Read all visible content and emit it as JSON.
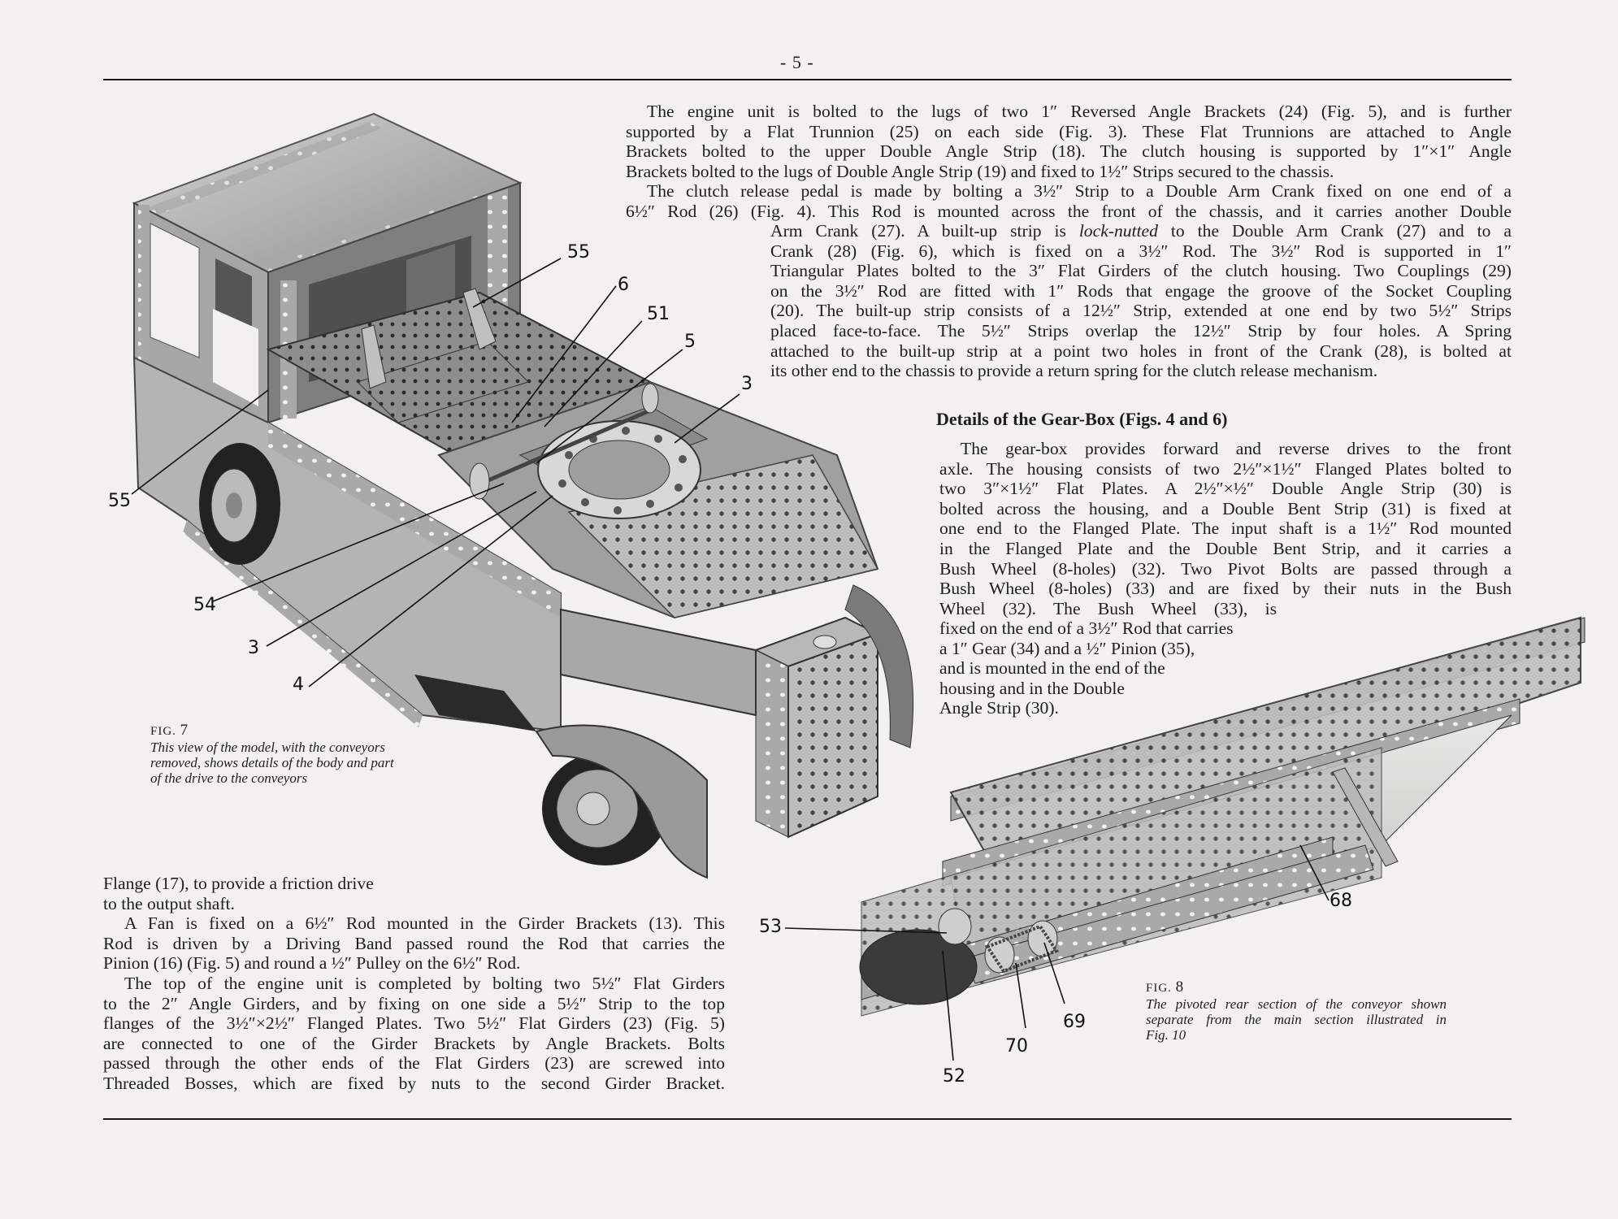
{
  "page": {
    "number": "- 5 -"
  },
  "top_column": {
    "p1": [
      "The engine unit is bolted to the lugs of two 1″ Reversed Angle Brackets (24) (Fig. 5), and is further",
      "supported by a Flat Trunnion (25) on each side (Fig. 3). These Flat Trunnions are attached to Angle",
      "Brackets bolted to the upper Double Angle Strip (18). The clutch housing is supported by 1″×1″ Angle",
      "Brackets bolted to the lugs of Double Angle Strip (19) and fixed to 1½″ Strips secured to the chassis."
    ],
    "p2": [
      "The clutch release pedal is made by bolting a 3½″ Strip to a Double Arm Crank fixed on one end of a",
      "6½″ Rod (26) (Fig. 4). This Rod is mounted across the front of the chassis, and it carries another Double"
    ],
    "p2_narrow": {
      "line1_before": "Arm Crank (27). A built-up strip is ",
      "line1_italic": "lock-nutted",
      "line1_after": " to the Double Arm Crank (27) and to a",
      "lines": [
        "Crank (28) (Fig. 6), which is fixed on a 3½″ Rod. The 3½″ Rod is supported in 1″",
        "Triangular Plates bolted to the 3″ Flat Girders of the clutch housing. Two Couplings (29)",
        "on the 3½″ Rod are fitted with 1″ Rods that engage the groove of the Socket Coupling",
        "(20). The built-up strip consists of a 12½″ Strip, extended at one end by two 5½″ Strips",
        "placed face-to-face. The 5½″ Strips overlap the 12½″ Strip by four holes. A Spring",
        "attached to the built-up strip at a point two holes in front of the Crank (28), is bolted at",
        "its other end to the chassis to provide a return spring for the clutch release mechanism."
      ]
    }
  },
  "gearbox": {
    "heading": "Details of the Gear-Box (Figs. 4 and 6)",
    "lines": [
      "The gear-box provides forward and reverse drives to the front",
      "axle. The housing consists of two 2½″×1½″ Flanged Plates bolted to",
      "two 3″×1½″ Flat Plates.  A 2½″×½″ Double Angle Strip (30) is",
      "bolted across the housing, and a Double Bent Strip (31) is fixed at",
      "one end to the Flanged Plate. The input shaft is a 1½″ Rod mounted",
      "in the Flanged Plate and the Double Bent Strip, and it carries a",
      "Bush Wheel (8-holes) (32). Two Pivot Bolts are passed through a",
      "Bush Wheel (8-holes) (33) and are fixed by their nuts in the Bush",
      "Wheel (32). The Bush Wheel (33), is"
    ],
    "short_lines": [
      "fixed on the end of a 3½″ Rod that carries",
      "a 1″ Gear (34) and a ½″ Pinion (35),",
      "and is mounted in the end of the",
      "housing and in the Double",
      "Angle Strip (30)."
    ]
  },
  "bottom_left": {
    "short_lines": [
      "Flange (17), to provide a friction drive",
      "to the output shaft."
    ],
    "lines": [
      "A Fan is fixed on a 6½″ Rod mounted in the Girder Brackets (13). This",
      "Rod is driven by a Driving Band passed round the Rod that carries the",
      "Pinion (16) (Fig. 5) and round a ½″ Pulley on the 6½″ Rod.",
      "The top of the engine unit is completed by bolting two 5½″ Flat Girders",
      "to the 2″ Angle Girders, and by fixing on one side a 5½″ Strip to the top",
      "flanges of the 3½″×2½″ Flanged Plates. Two 5½″ Flat Girders (23) (Fig. 5)",
      "are connected to one of the Girder Brackets by Angle Brackets. Bolts",
      "passed through the other ends of the Flat Girders (23) are screwed into",
      "Threaded Bosses, which are fixed by nuts to the second Girder Bracket."
    ]
  },
  "figures": {
    "fig7": {
      "label": "FIG.",
      "number": "7",
      "caption": [
        "This view of the model, with the conveyors",
        "removed, shows details of the body and part",
        "of the drive to the conveyors"
      ],
      "callouts": [
        "55",
        "6",
        "51",
        "5",
        "3",
        "55",
        "54",
        "3",
        "4"
      ]
    },
    "fig8": {
      "label": "FIG.",
      "number": "8",
      "caption": [
        "The pivoted rear section of the conveyor shown",
        "separate from the main section illustrated in",
        "Fig. 10"
      ],
      "callouts": [
        "68",
        "53",
        "69",
        "70",
        "52"
      ]
    }
  },
  "colors": {
    "paper": "#f2f1ef",
    "ink": "#1e1e1e",
    "metal_light": "#c9c9c7",
    "metal_mid": "#9a9a98",
    "metal_dark": "#5a5a58",
    "tyre": "#222222"
  }
}
